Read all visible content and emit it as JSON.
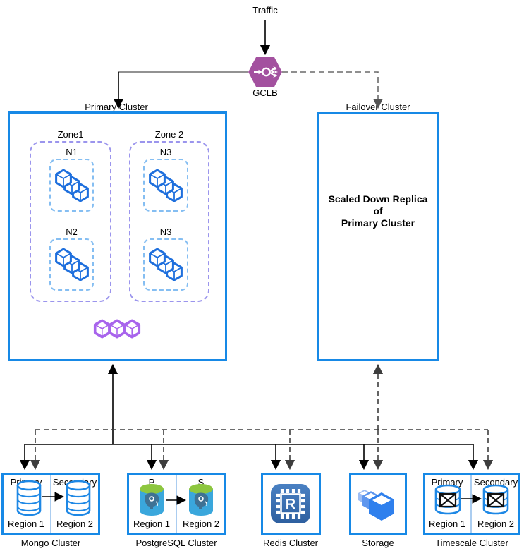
{
  "diagram": {
    "traffic_label": "Traffic",
    "gclb_label": "GCLB",
    "primary_cluster": {
      "title": "Primary Cluster",
      "zones": [
        {
          "label": "Zone1",
          "nodes": [
            {
              "label": "N1"
            },
            {
              "label": "N2"
            }
          ]
        },
        {
          "label": "Zone 2",
          "nodes": [
            {
              "label": "N3"
            },
            {
              "label": "N3"
            }
          ]
        }
      ]
    },
    "failover_cluster": {
      "title": "Failover Cluster",
      "body_lines": [
        "Scaled Down Replica",
        "of",
        "Primary Cluster"
      ]
    },
    "datastores": {
      "mongo": {
        "title": "Mongo Cluster",
        "left_role": "Primary",
        "right_role": "Secondary",
        "left_region": "Region 1",
        "right_region": "Region 2"
      },
      "postgresql": {
        "title": "PostgreSQL Cluster",
        "left_role": "P",
        "right_role": "S",
        "left_region": "Region 1",
        "right_region": "Region 2"
      },
      "redis": {
        "title": "Redis Cluster",
        "chip_letter": "R"
      },
      "storage": {
        "title": "Storage"
      },
      "timescale": {
        "title": "Timescale Cluster",
        "left_role": "Primary",
        "right_role": "Secondary",
        "left_region": "Region 1",
        "right_region": "Region 2"
      }
    },
    "colors": {
      "cluster_border_blue": "#1789e6",
      "zone_dash_purple": "#9b95ed",
      "node_dash_blue": "#85bef2",
      "kube_cube_blue": "#1e6fdd",
      "pods_purple": "#a864ec",
      "gclb_purple": "#a3519f",
      "db_icon_blue": "#1e88e5",
      "postgres_body_blue": "#3aa7dc",
      "postgres_top_green": "#8dc63f",
      "redis_chip_blue": "#2e5f9f",
      "storage_blue": "#2f80ed",
      "divider_light_blue": "#abcdf0"
    }
  }
}
